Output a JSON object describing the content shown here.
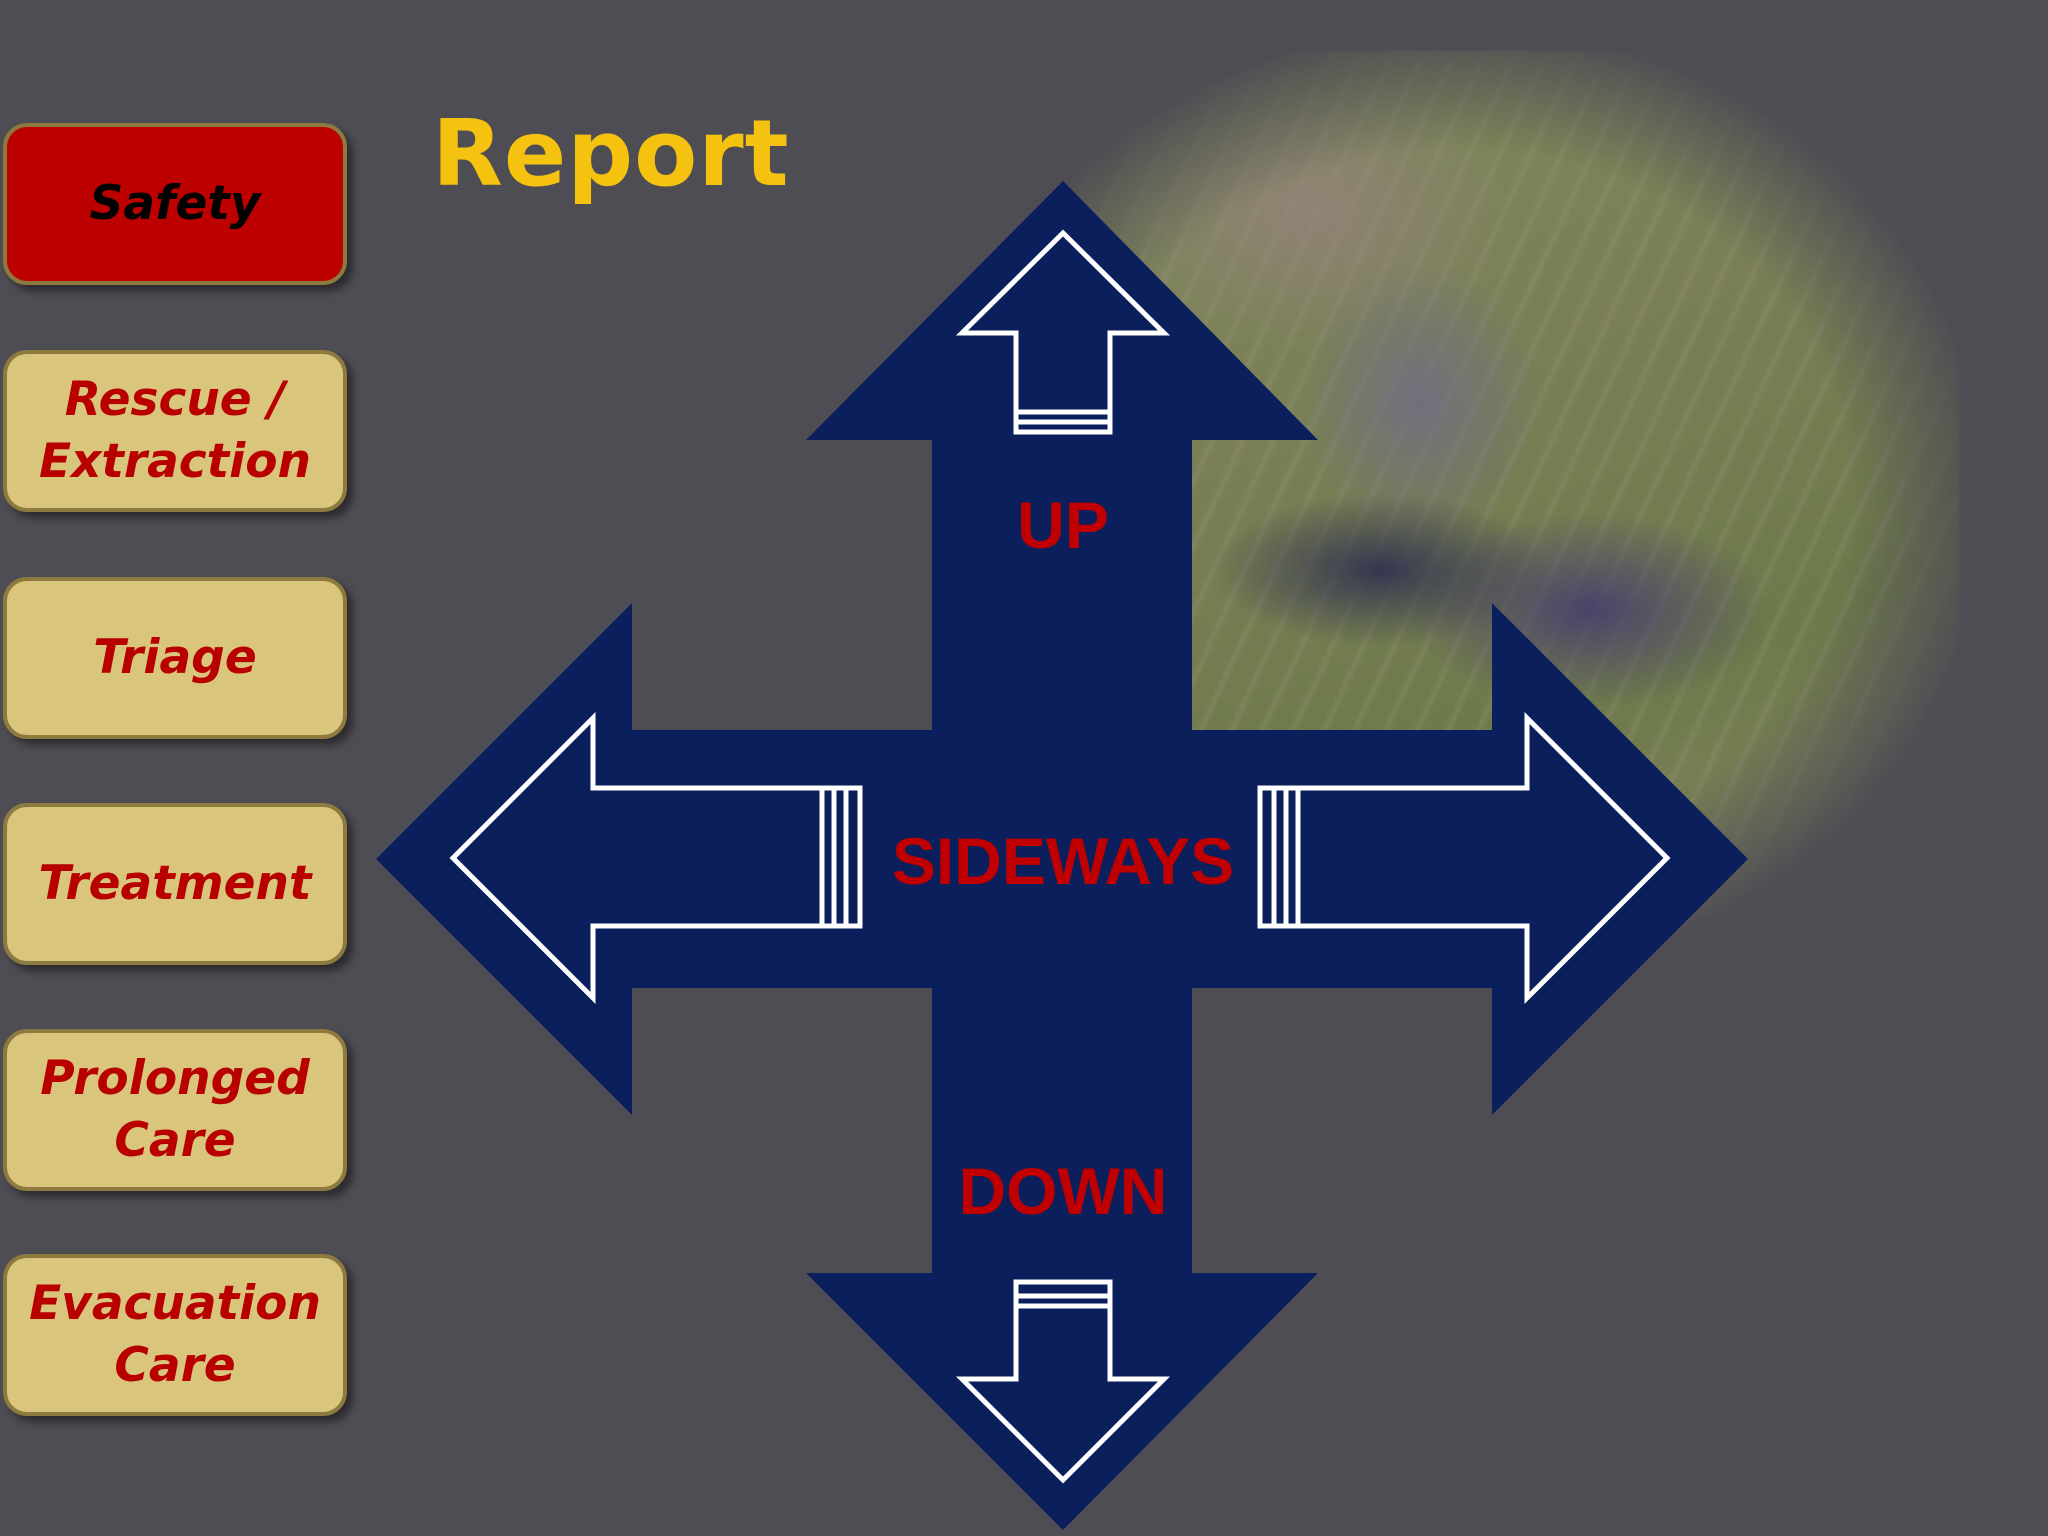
{
  "title": "Report",
  "nav": {
    "items": [
      {
        "label": "Safety",
        "active": true
      },
      {
        "label": "Rescue /\nExtraction",
        "active": false
      },
      {
        "label": "Triage",
        "active": false
      },
      {
        "label": "Treatment",
        "active": false
      },
      {
        "label": "Prolonged\nCare",
        "active": false
      },
      {
        "label": "Evacuation\nCare",
        "active": false
      }
    ]
  },
  "diagram": {
    "labels": {
      "up": "UP",
      "sideways": "SIDEWAYS",
      "down": "DOWN"
    }
  },
  "colors": {
    "background": "#4f4d54",
    "title": "#f4c20f",
    "arrow_fill": "#0a1f5c",
    "arrow_outline": "#ffffff",
    "label": "#c00000",
    "nav_bg": "#d9c57c",
    "nav_active_bg": "#bd0000",
    "nav_text": "#b80000"
  },
  "photo": {
    "description_icon": "train-derailment-photo"
  }
}
